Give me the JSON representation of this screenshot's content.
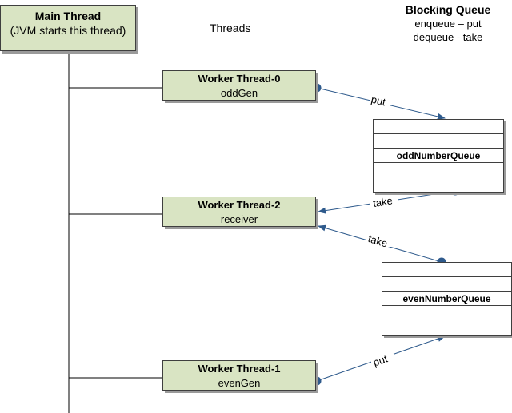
{
  "main_thread": {
    "title": "Main Thread",
    "subtitle": "(JVM starts this thread)"
  },
  "threads_label": "Threads",
  "blocking_queue": {
    "title": "Blocking Queue",
    "line1": "enqueue – put",
    "line2": "dequeue - take"
  },
  "workers": [
    {
      "title": "Worker Thread-0",
      "name": "oddGen"
    },
    {
      "title": "Worker Thread-2",
      "name": "receiver"
    },
    {
      "title": "Worker Thread-1",
      "name": "evenGen"
    }
  ],
  "queues": [
    {
      "name": "oddNumberQueue"
    },
    {
      "name": "evenNumberQueue"
    }
  ],
  "arrows": {
    "put_odd": "put",
    "take_odd": "take",
    "take_even": "take",
    "put_even": "put"
  },
  "colors": {
    "box_fill": "#d9e4c3",
    "arrow": "#2e5a8c",
    "line": "#000000"
  }
}
